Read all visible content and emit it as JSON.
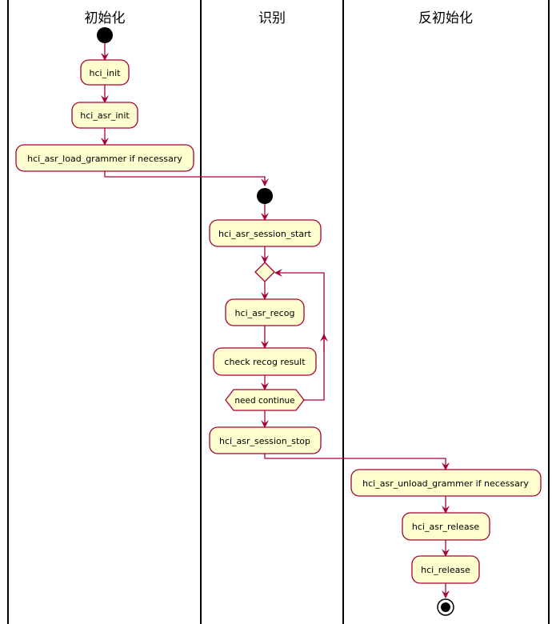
{
  "lanes": [
    {
      "title": "初始化"
    },
    {
      "title": "识别"
    },
    {
      "title": "反初始化"
    }
  ],
  "nodes": {
    "init": "hci_init",
    "asr_init": "hci_asr_init",
    "load_grammer": "hci_asr_load_grammer if necessary",
    "session_start": "hci_asr_session_start",
    "recog": "hci_asr_recog",
    "check": "check recog result",
    "need_continue": "need continue",
    "session_stop": "hci_asr_session_stop",
    "unload_grammer": "hci_asr_unload_grammer if necessary",
    "asr_release": "hci_asr_release",
    "release": "hci_release"
  },
  "colors": {
    "node_fill": "#FEFECE",
    "node_stroke": "#A80036",
    "arrow": "#A80036",
    "lane_line": "#000000",
    "start_end": "#000000"
  }
}
